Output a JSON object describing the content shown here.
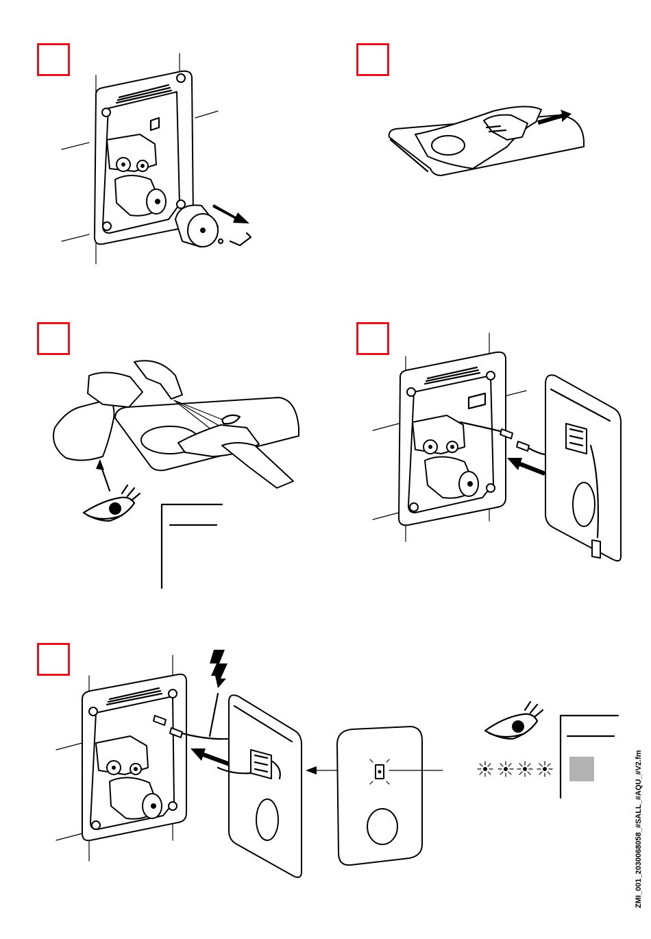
{
  "page": {
    "footer_code": "ZMI_001_2030068058_#SALL_#AQU_#V2.fm"
  },
  "colors": {
    "step_box_border": "#e0141e",
    "status_led_square": "#b3b3b3",
    "line_art": "#000000"
  },
  "steps": [
    {
      "id": "step-1",
      "icons": [
        "mounting-frame-icon",
        "control-knob-icon",
        "hex-key-icon",
        "pull-arrow-icon"
      ]
    },
    {
      "id": "step-2",
      "icons": [
        "cover-plate-icon",
        "protective-film-icon",
        "hand-icon",
        "pull-arrow-icon"
      ]
    },
    {
      "id": "step-3",
      "icons": [
        "spray-bottle-icon",
        "cloth-icon",
        "cover-plate-icon",
        "eye-icon"
      ]
    },
    {
      "id": "step-4",
      "icons": [
        "mounting-frame-icon",
        "cable-connector-icon",
        "cover-plate-icon",
        "push-arrow-icon"
      ]
    },
    {
      "id": "step-5",
      "icons": [
        "mounting-frame-icon",
        "lightning-icon",
        "cover-plate-icon",
        "front-panel-icon",
        "eye-icon",
        "blinking-led-icon"
      ]
    }
  ]
}
